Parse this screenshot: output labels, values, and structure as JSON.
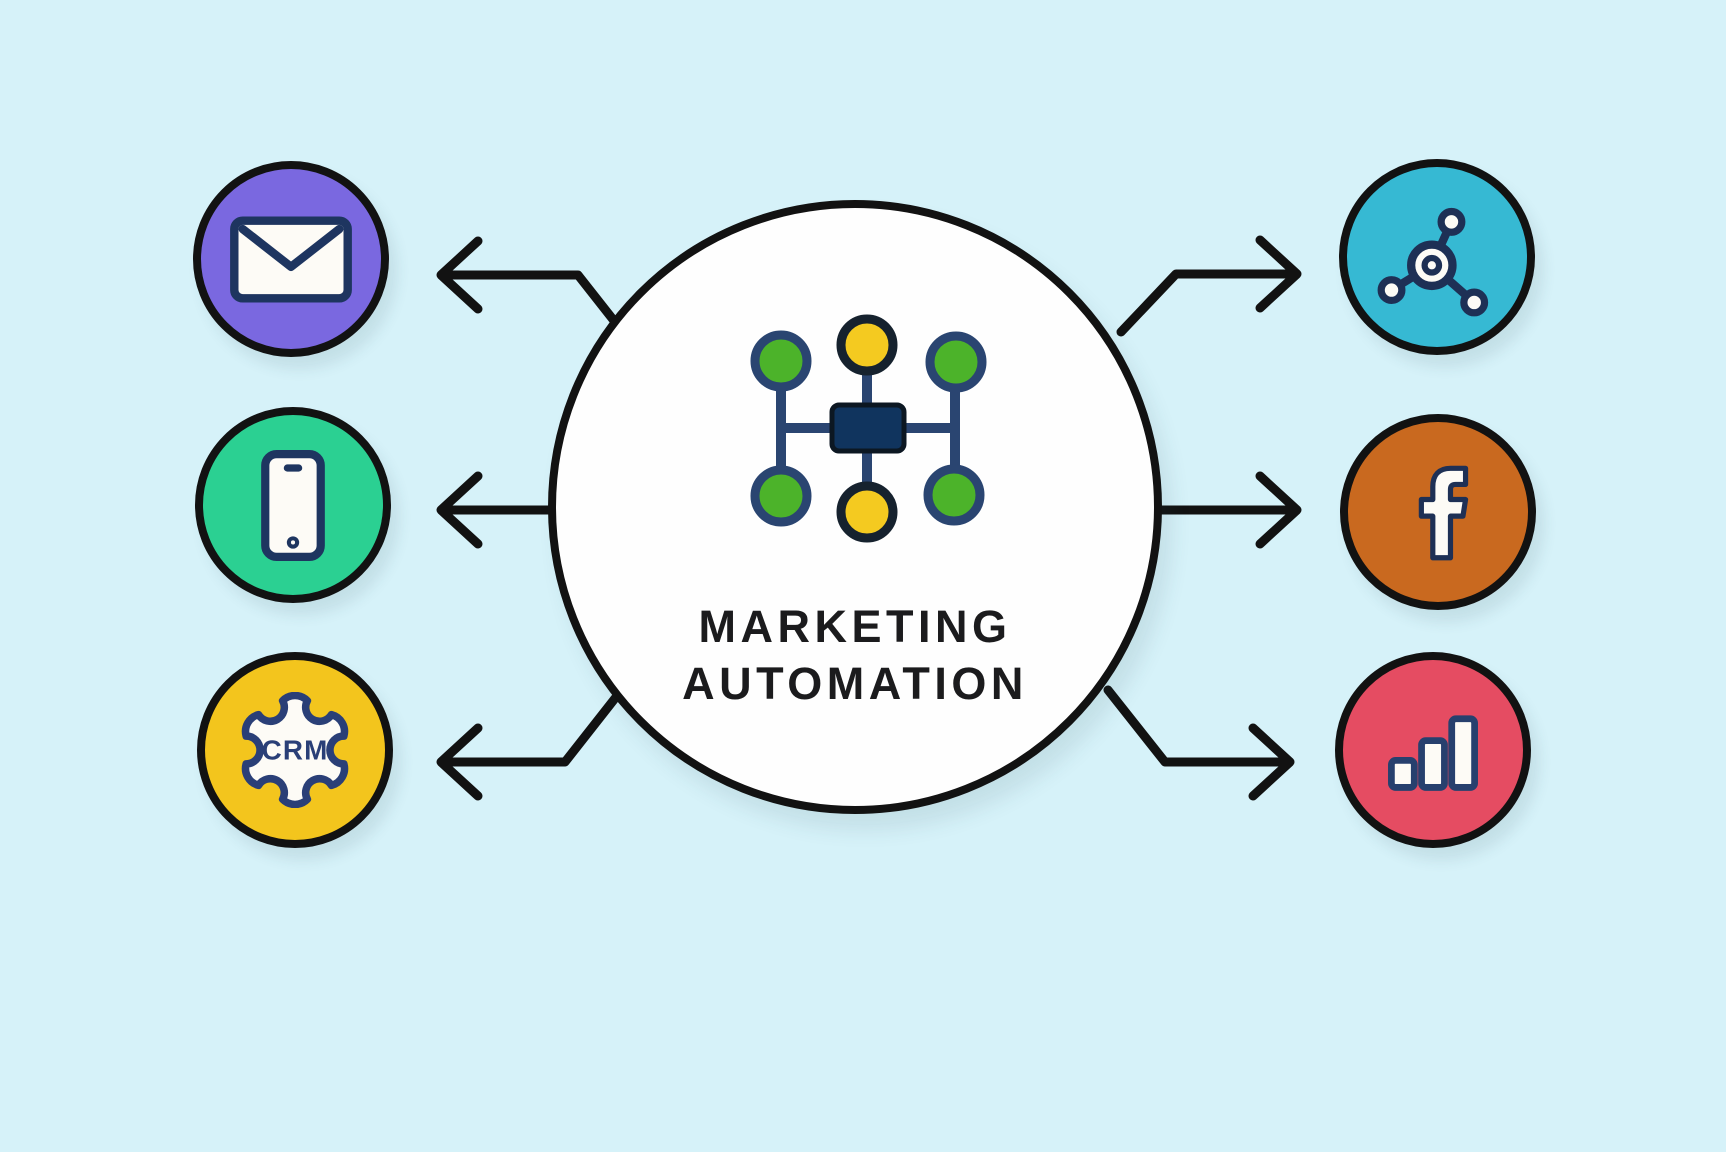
{
  "background_color": "#d6f2f9",
  "center": {
    "title_line1": "MARKETING",
    "title_line2": "AUTOMATION",
    "circle_fill": "#fefefe",
    "hub": {
      "green": "#4cb32a",
      "yellow": "#f4ca20",
      "navy": "#2a4571",
      "rect_fill": "#10345e"
    }
  },
  "nodes": {
    "left": [
      {
        "id": "email",
        "color": "#7a68e0",
        "icon": "envelope-icon"
      },
      {
        "id": "mobile",
        "color": "#2bd092",
        "icon": "smartphone-icon"
      },
      {
        "id": "crm",
        "color": "#f3c51d",
        "icon": "gear-icon",
        "label": "CRM"
      }
    ],
    "right": [
      {
        "id": "network",
        "color": "#36b9d3",
        "icon": "share-network-icon"
      },
      {
        "id": "facebook",
        "color": "#c9691f",
        "icon": "facebook-icon"
      },
      {
        "id": "analytics",
        "color": "#e54c62",
        "icon": "bar-chart-icon"
      }
    ]
  },
  "arrow_color": "#121212"
}
